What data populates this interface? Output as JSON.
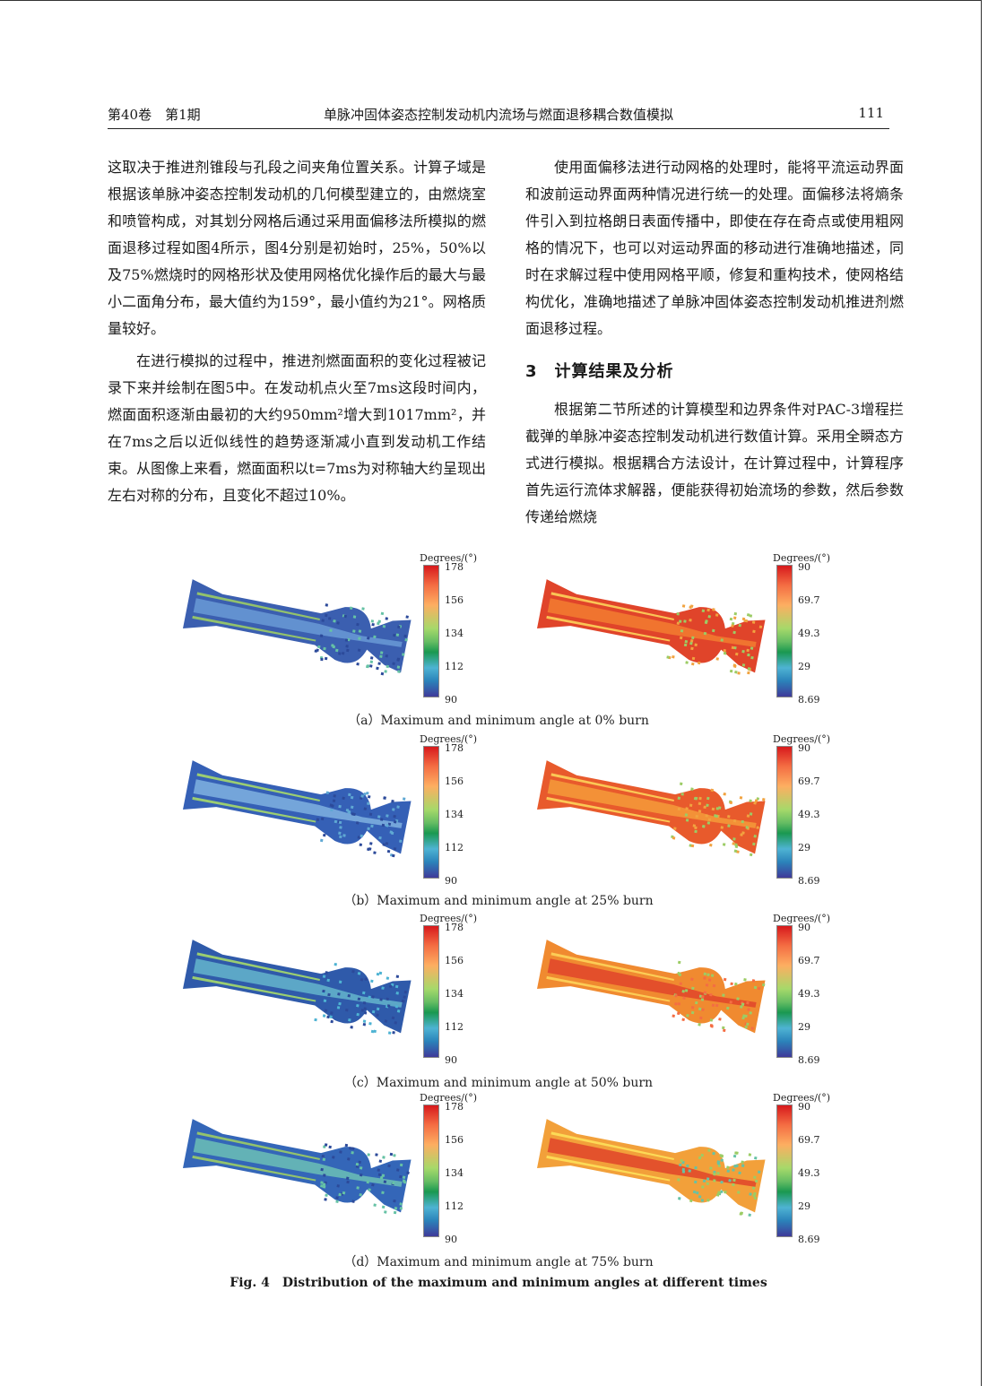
{
  "running_head": {
    "left": "第40卷　第1期",
    "center": "单脉冲固体姿态控制发动机内流场与燃面退移耦合数值模拟",
    "page": "111"
  },
  "left_column": {
    "p1": "这取决于推进剂锥段与孔段之间夹角位置关系。计算子域是根据该单脉冲姿态控制发动机的几何模型建立的，由燃烧室和喷管构成，对其划分网格后通过采用面偏移法所模拟的燃面退移过程如图4所示，图4分别是初始时，25%，50%以及75%燃烧时的网格形状及使用网格优化操作后的最大与最小二面角分布，最大值约为159°，最小值约为21°。网格质量较好。",
    "p2": "在进行模拟的过程中，推进剂燃面面积的变化过程被记录下来并绘制在图5中。在发动机点火至7ms这段时间内，燃面面积逐渐由最初的大约950mm²增大到1017mm²，并在7ms之后以近似线性的趋势逐渐减小直到发动机工作结束。从图像上来看，燃面面积以t=7ms为对称轴大约呈现出左右对称的分布，且变化不超过10%。"
  },
  "right_column": {
    "p1": "使用面偏移法进行动网格的处理时，能将平流运动界面和波前运动界面两种情况进行统一的处理。面偏移法将熵条件引入到拉格朗日表面传播中，即使在存在奇点或使用粗网格的情况下，也可以对运动界面的移动进行准确地描述，同时在求解过程中使用网格平顺，修复和重构技术，使网格结构优化，准确地描述了单脉冲固体姿态控制发动机推进剂燃面退移过程。",
    "section_heading": "3　计算结果及分析",
    "p2": "根据第二节所述的计算模型和边界条件对PAC-3增程拦截弹的单脉冲姿态控制发动机进行数值计算。采用全瞬态方式进行模拟。根据耦合方法设计，在计算过程中，计算程序首先运行流体求解器，便能获得初始流场的参数，然后参数传递给燃烧"
  },
  "figure": {
    "legend_title_max": "Degrees/(°)",
    "legend_title_min": "Degrees/(°)",
    "max_ticks": [
      "178",
      "156",
      "134",
      "112",
      "90"
    ],
    "min_ticks": [
      "90",
      "69.7",
      "49.3",
      "29",
      "8.69"
    ],
    "subcaptions": [
      "（a）Maximum and minimum angle at 0% burn",
      "（b）Maximum and minimum angle at 25% burn",
      "（c）Maximum and minimum angle at 50% burn",
      "（d）Maximum and minimum angle at 75% burn"
    ],
    "caption": "Fig. 4　Distribution of the maximum and minimum angles at different times"
  }
}
